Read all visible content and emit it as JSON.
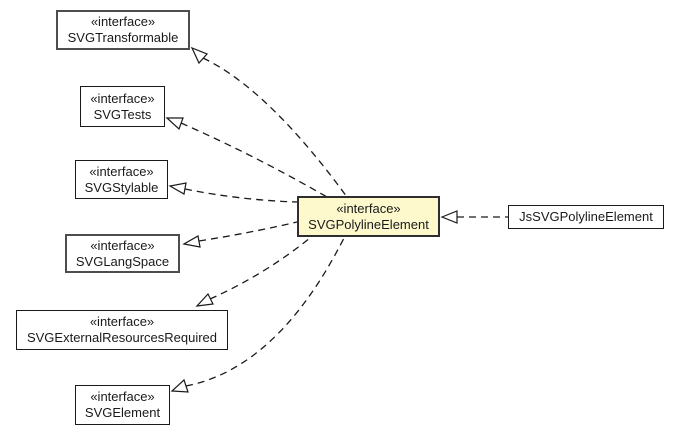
{
  "nodes": {
    "transformable": {
      "stereotype": "«interface»",
      "name": "SVGTransformable"
    },
    "tests": {
      "stereotype": "«interface»",
      "name": "SVGTests"
    },
    "stylable": {
      "stereotype": "«interface»",
      "name": "SVGStylable"
    },
    "langspace": {
      "stereotype": "«interface»",
      "name": "SVGLangSpace"
    },
    "externalresources": {
      "stereotype": "«interface»",
      "name": "SVGExternalResourcesRequired"
    },
    "element": {
      "stereotype": "«interface»",
      "name": "SVGElement"
    },
    "polyline": {
      "stereotype": "«interface»",
      "name": "SVGPolylineElement"
    },
    "jspolyline": {
      "name": "JsSVGPolylineElement"
    }
  },
  "edges": [
    {
      "from": "SVGPolylineElement",
      "to": "SVGTransformable",
      "style": "dashed",
      "arrow": "hollow-triangle"
    },
    {
      "from": "SVGPolylineElement",
      "to": "SVGTests",
      "style": "dashed",
      "arrow": "hollow-triangle"
    },
    {
      "from": "SVGPolylineElement",
      "to": "SVGStylable",
      "style": "dashed",
      "arrow": "hollow-triangle"
    },
    {
      "from": "SVGPolylineElement",
      "to": "SVGLangSpace",
      "style": "dashed",
      "arrow": "hollow-triangle"
    },
    {
      "from": "SVGPolylineElement",
      "to": "SVGExternalResourcesRequired",
      "style": "dashed",
      "arrow": "hollow-triangle"
    },
    {
      "from": "SVGPolylineElement",
      "to": "SVGElement",
      "style": "dashed",
      "arrow": "hollow-triangle"
    },
    {
      "from": "JsSVGPolylineElement",
      "to": "SVGPolylineElement",
      "style": "dashed",
      "arrow": "hollow-triangle"
    }
  ],
  "colors": {
    "background": "#ffffff",
    "node_fill": "#ffffff",
    "highlight_fill": "#fdf9cd",
    "node_border": "#1a1a1a",
    "emphasis_border": "#4d4d4d",
    "edge_line": "#1a1a1a"
  }
}
